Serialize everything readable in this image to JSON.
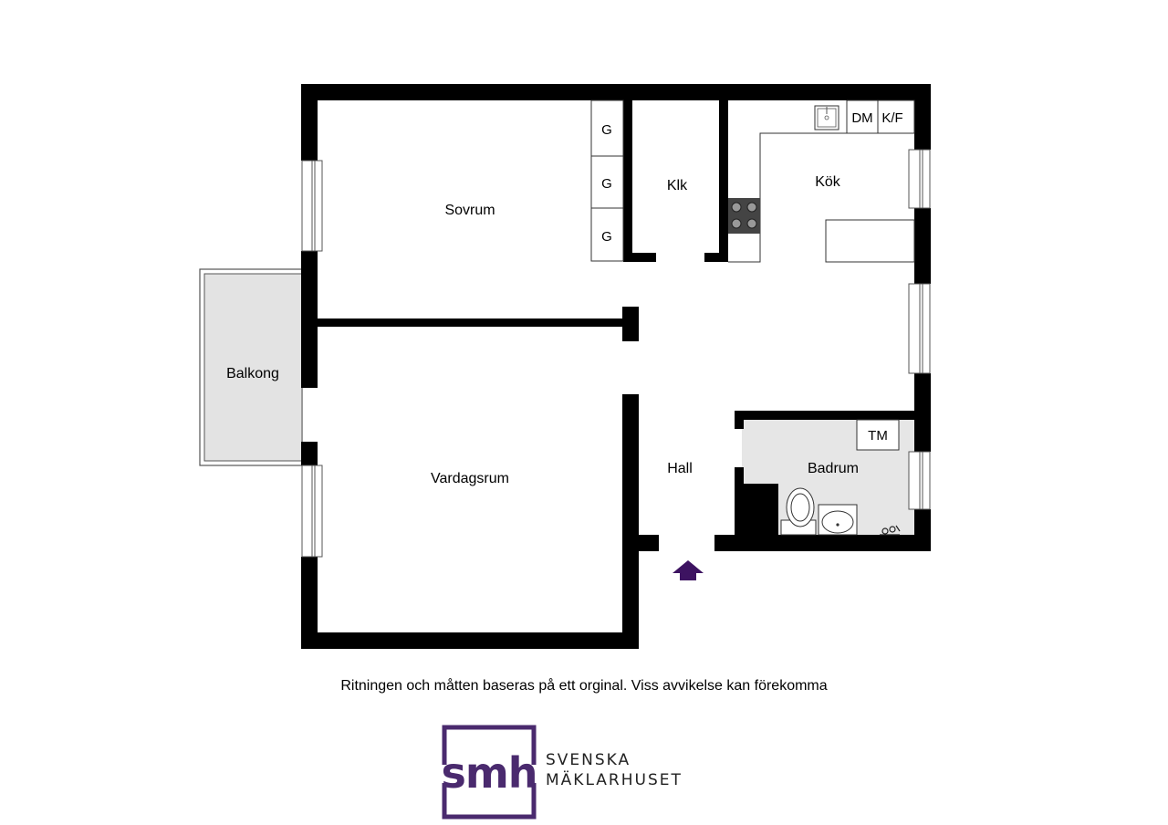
{
  "floorplan": {
    "rooms": {
      "sovrum": "Sovrum",
      "klk": "Klk",
      "kok": "Kök",
      "balkong": "Balkong",
      "vardagsrum": "Vardagsrum",
      "hall": "Hall",
      "badrum": "Badrum"
    },
    "fixtures": {
      "wardrobe_1": "G",
      "wardrobe_2": "G",
      "wardrobe_3": "G",
      "dishwasher": "DM",
      "fridge_freezer": "K/F",
      "washing_machine": "TM"
    },
    "entrance_icon": "entrance-arrow-icon"
  },
  "disclaimer": "Ritningen och måtten baseras på ett orginal. Viss avvikelse kan förekomma",
  "brand": {
    "logo_text": "smh",
    "name_line1": "SVENSKA",
    "name_line2": "MÄKLARHUSET"
  },
  "colors": {
    "wall": "#000000",
    "balcony_fill": "#e3e3e3",
    "bathroom_fill": "#e6e6e6",
    "brand_purple": "#4a2a6e",
    "entrance_arrow": "#3d1361"
  }
}
